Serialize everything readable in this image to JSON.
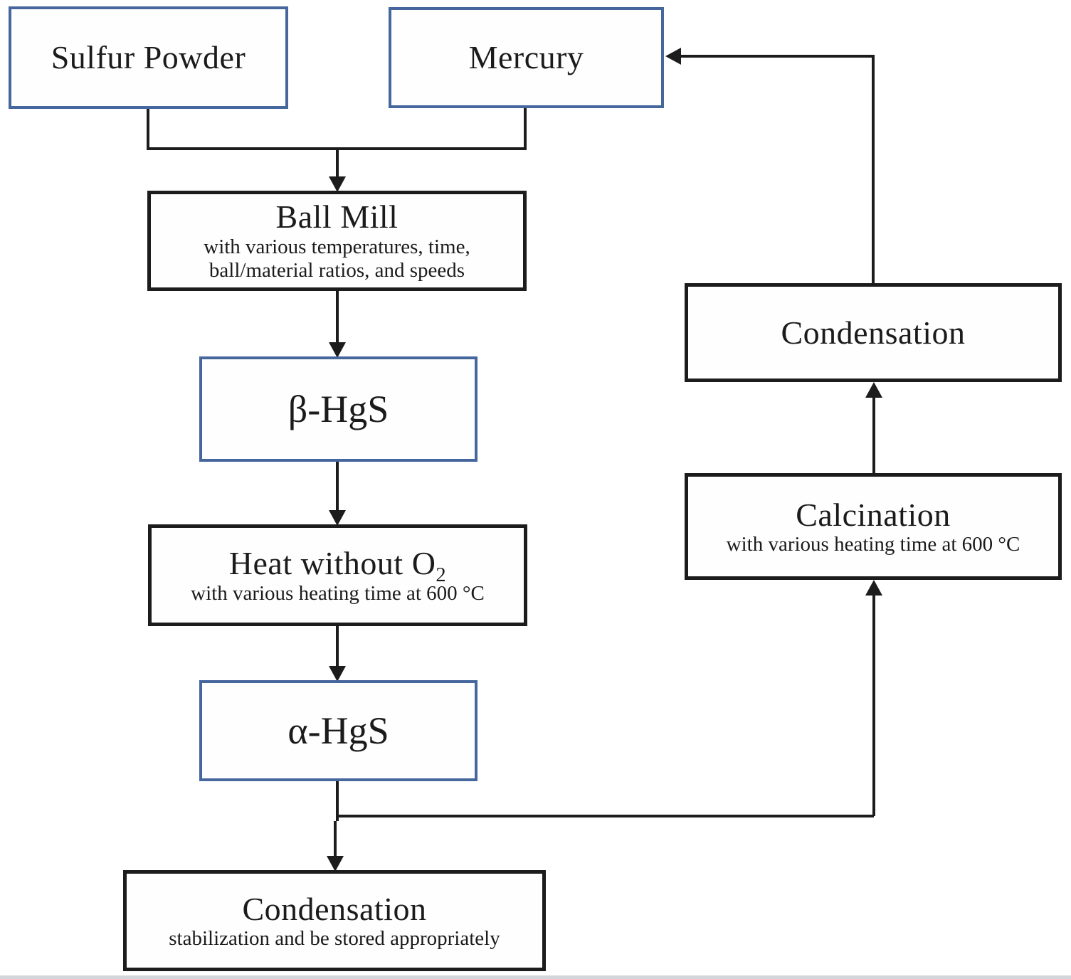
{
  "figure": {
    "type": "flowchart",
    "description": "Mechanochemical synthesis and recycling flow for mercury sulfide",
    "colors": {
      "material_box_border": "#46679e",
      "process_box_border": "#1c1c1c",
      "connector_line": "#1c1c1c",
      "text": "#1b1b1b",
      "background": "#ffffff",
      "bottom_edge_strip": "#d3d6db"
    },
    "nodes": {
      "sulfur_powder": {
        "title": "Sulfur Powder"
      },
      "mercury": {
        "title": "Mercury"
      },
      "ball_mill": {
        "title": "Ball Mill",
        "subtitle_line1": "with various temperatures, time,",
        "subtitle_line2": "ball/material ratios, and speeds"
      },
      "beta_hgs": {
        "title": "β-HgS"
      },
      "heat_without_o2": {
        "title_prefix": "Heat without O",
        "title_subscript": "2",
        "subtitle": "with various heating time at 600 °C"
      },
      "alpha_hgs": {
        "title": "α-HgS"
      },
      "condensation_final": {
        "title": "Condensation",
        "subtitle": "stabilization and be stored appropriately"
      },
      "condensation_recycle": {
        "title": "Condensation"
      },
      "calcination": {
        "title": "Calcination",
        "subtitle": "with various heating time at 600 °C"
      }
    },
    "edges": [
      "Sulfur Powder + Mercury → Ball Mill",
      "Ball Mill → β-HgS",
      "β-HgS → Heat without O2",
      "Heat without O2 → α-HgS",
      "α-HgS → Condensation (stabilization and storage)",
      "α-HgS → Calcination",
      "Calcination → Condensation (recycle)",
      "Condensation (recycle) → Mercury"
    ]
  }
}
